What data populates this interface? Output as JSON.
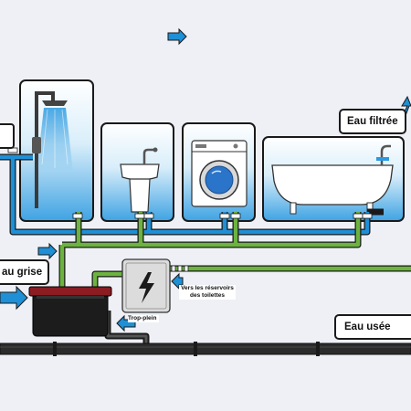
{
  "labels": {
    "eau_filtree": "Eau filtrée",
    "eau_grise": "au grise",
    "eau_usee": "Eau usée",
    "vers_reservoirs_line1": "Vers les réservoirs",
    "vers_reservoirs_line2": "des toilettes",
    "trop_plein": "Trop-plein"
  },
  "colors": {
    "clean_water": "#1f8fd6",
    "grey_water": "#6cb33f",
    "waste_pipe": "#2b2b2b",
    "tank": "#1c1c1c",
    "tank_lid": "#8a1c22",
    "background": "#eef0f6"
  },
  "icons": [
    "shower-icon",
    "sink-icon",
    "washing-machine-icon",
    "bathtub-icon",
    "pump-icon",
    "lightning-icon",
    "arrow-icon"
  ]
}
